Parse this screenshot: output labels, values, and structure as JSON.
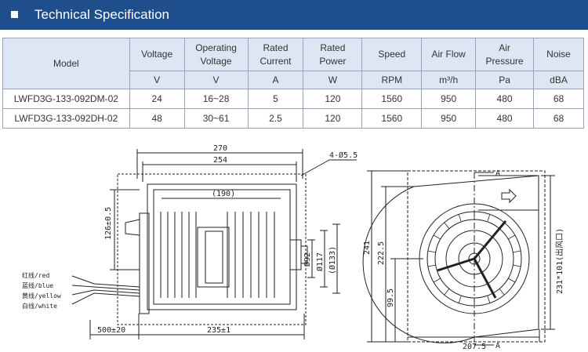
{
  "header": {
    "title": "Technical Specification"
  },
  "table": {
    "columns": [
      {
        "name": "Model",
        "unit": ""
      },
      {
        "name": "Voltage",
        "unit": "V"
      },
      {
        "name": "Operating Voltage",
        "unit": "V"
      },
      {
        "name": "Rated Current",
        "unit": "A"
      },
      {
        "name": "Rated Power",
        "unit": "W"
      },
      {
        "name": "Speed",
        "unit": "RPM"
      },
      {
        "name": "Air Flow",
        "unit": "m³/h"
      },
      {
        "name": "Air Pressure",
        "unit": "Pa"
      },
      {
        "name": "Noise",
        "unit": "dBA"
      }
    ],
    "rows": [
      [
        "LWFD3G-133-092DM-02",
        "24",
        "16~28",
        "5",
        "120",
        "1560",
        "950",
        "480",
        "68"
      ],
      [
        "LWFD3G-133-092DH-02",
        "48",
        "30~61",
        "2.5",
        "120",
        "1560",
        "950",
        "480",
        "68"
      ]
    ]
  },
  "drawing": {
    "dims": {
      "overall_width": "270",
      "body_width": "254",
      "holes": "4-Ø5.5",
      "core_width": "(190)",
      "mount_height": "126±0.5",
      "d92": "Ø92",
      "d117": "Ø117",
      "d133": "(Ø133)",
      "cable": "500±20",
      "depth": "235±1",
      "height_241": "241",
      "height_222": "222.5",
      "outlet": "231*101(出风口)",
      "offset": "99.5",
      "bottom_width": "207.5",
      "section": "A"
    },
    "wires": [
      "红线/red",
      "蓝线/blue",
      "黄线/yellow",
      "白线/white"
    ]
  }
}
